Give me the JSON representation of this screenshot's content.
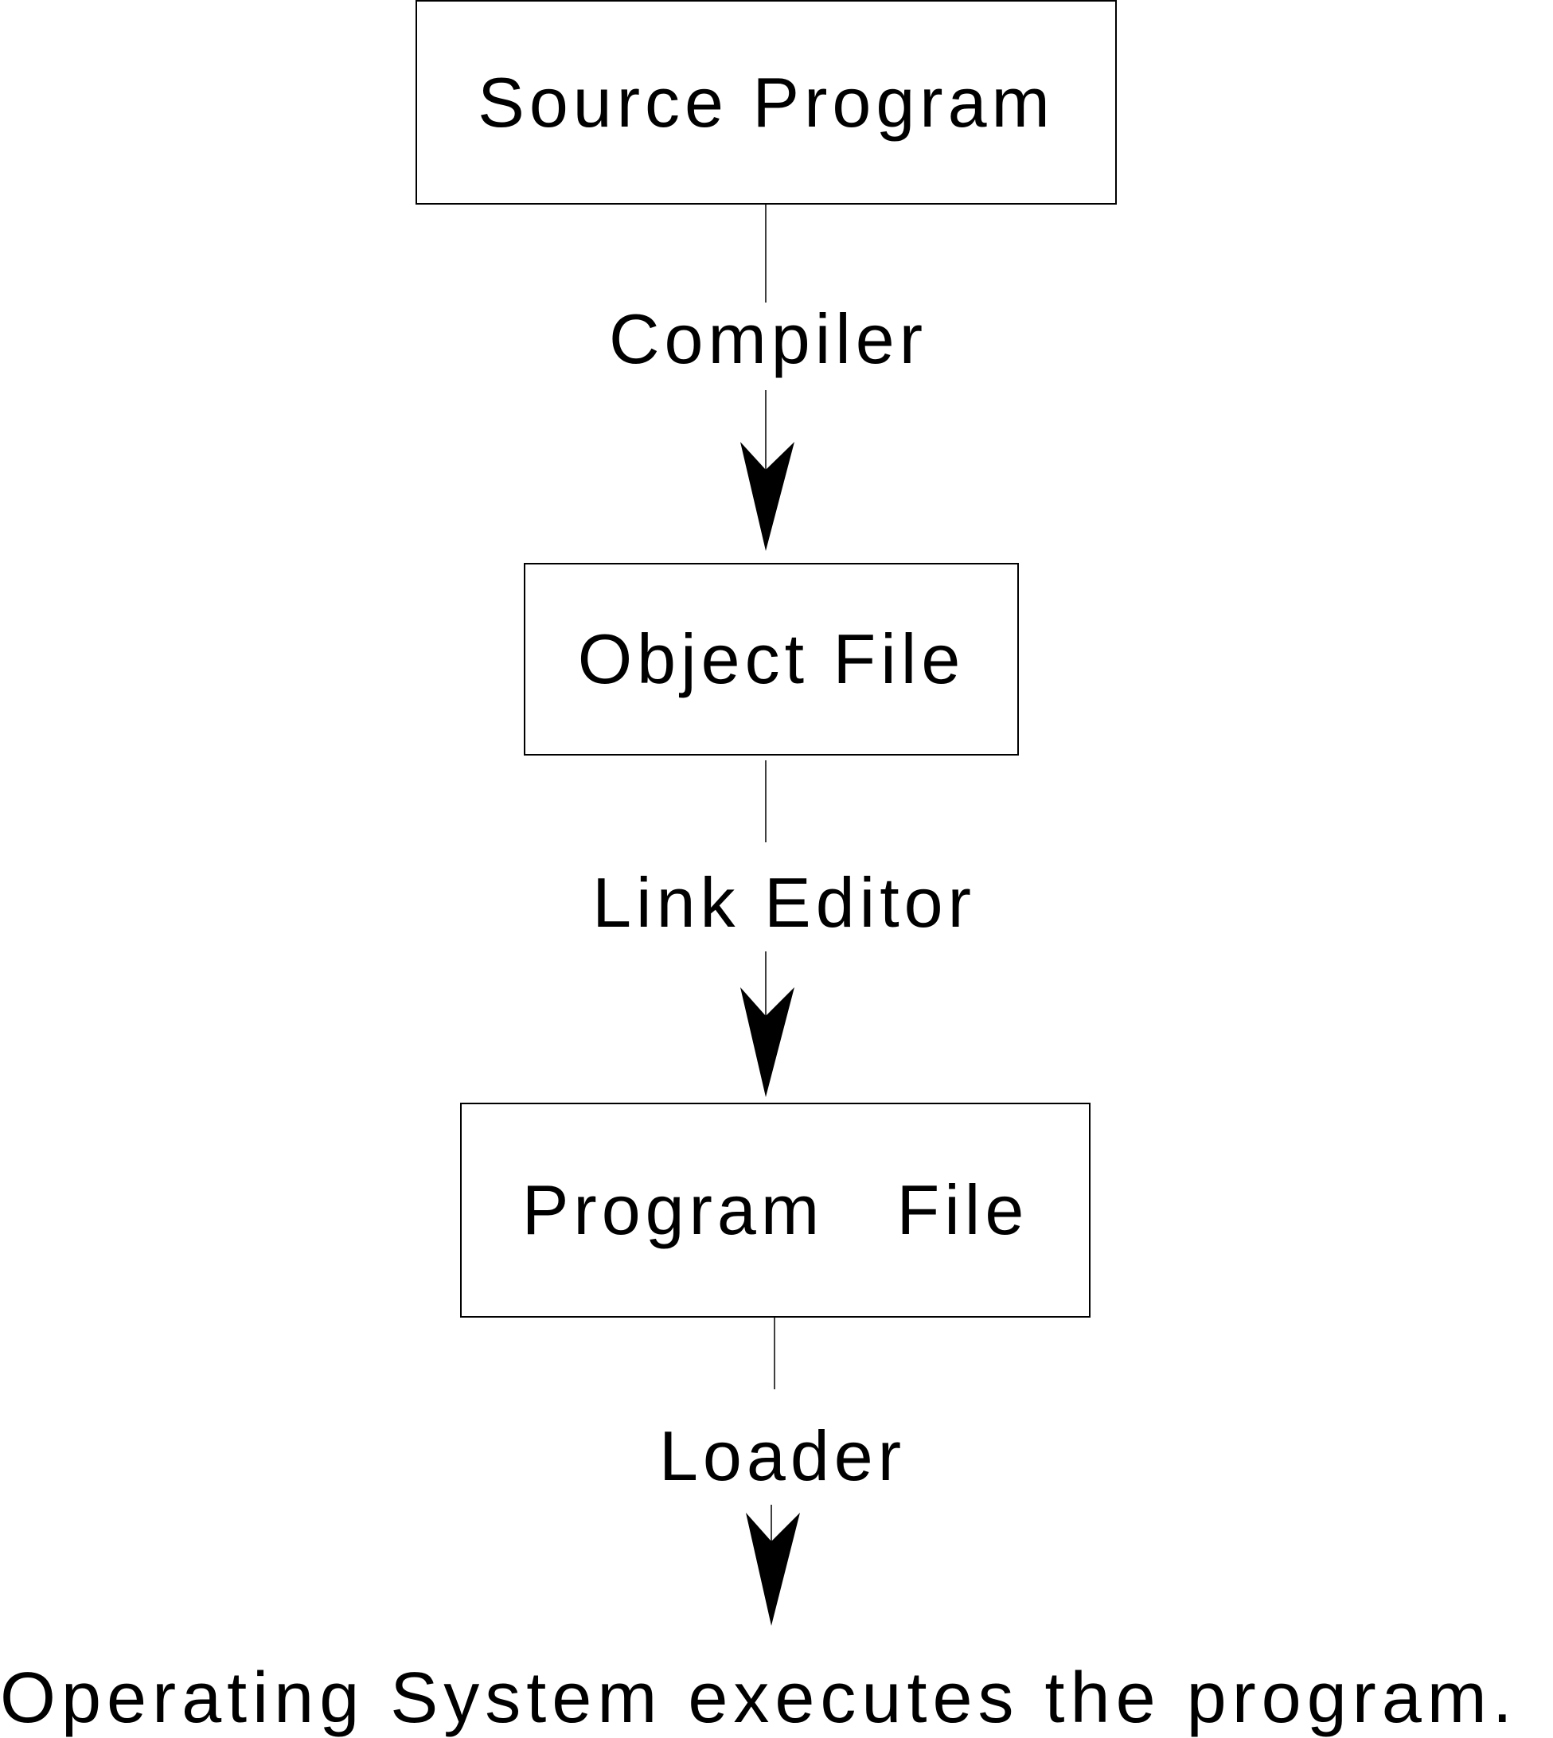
{
  "nodes": {
    "source": "Source Program",
    "object": "Object File",
    "program": "Program   File"
  },
  "edges": {
    "compiler": "Compiler",
    "link_editor": "Link Editor",
    "loader": "Loader"
  },
  "result": "Operating System executes the program."
}
